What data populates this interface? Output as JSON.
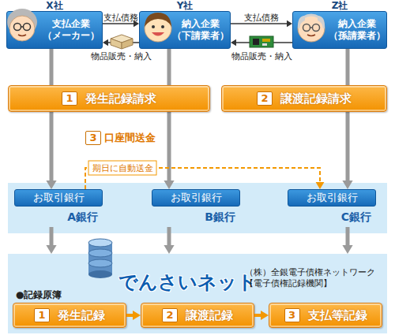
{
  "diagram": {
    "nodes": [
      {
        "text": [
          "X社",
          "支払企業 （メーカー）"
        ]
      },
      {
        "text": [
          "Y社",
          "納入企業 （下請業者）"
        ]
      },
      {
        "text": [
          "Z社",
          "納入企業 （孫請業者）"
        ]
      },
      {
        "text": [
          "1",
          "発生記録請求"
        ]
      },
      {
        "text": [
          "2",
          "譲渡記録請求"
        ]
      },
      {
        "text": [
          "お取引銀行",
          "A銀行"
        ]
      },
      {
        "text": [
          "お取引銀行",
          "B銀行"
        ]
      },
      {
        "text": [
          "お取引銀行",
          "C銀行"
        ]
      },
      {
        "text": [
          "でんさいネット",
          "（株）全銀電子債権ネットワーク 【電子債権記録機関】",
          "●記録原簿"
        ]
      },
      {
        "text": [
          "1",
          "発生記録"
        ],
        "in": 8
      },
      {
        "text": [
          "2",
          "譲渡記録"
        ],
        "in": 8
      },
      {
        "text": [
          "3",
          "支払等記録"
        ],
        "in": 8
      }
    ],
    "edges": [
      {
        "from": 0,
        "to": 1,
        "label": "支払債務",
        "arrow": "to"
      },
      {
        "from": 1,
        "to": 0,
        "label": "物品販売・納入",
        "arrow": "to"
      },
      {
        "from": 1,
        "to": 2,
        "label": "支払債務",
        "arrow": "to"
      },
      {
        "from": 2,
        "to": 1,
        "label": "物品販売・納入",
        "arrow": "to"
      },
      {
        "from": 0,
        "to": 5,
        "arrow": "to"
      },
      {
        "from": 1,
        "to": 6,
        "arrow": "to"
      },
      {
        "from": 2,
        "to": 7,
        "arrow": "to"
      },
      {
        "from": 5,
        "to": 8,
        "arrow": "to"
      },
      {
        "from": 6,
        "to": 8,
        "arrow": "to"
      },
      {
        "from": 7,
        "to": 8,
        "arrow": "to"
      },
      {
        "from": 5,
        "to": 7,
        "label": "期日に自動送金",
        "arrow": "to"
      },
      {
        "from": 9,
        "to": 10,
        "arrow": "to"
      },
      {
        "from": 10,
        "to": 11,
        "arrow": "to"
      }
    ],
    "labels": [
      "3",
      "口座間送金"
    ]
  }
}
